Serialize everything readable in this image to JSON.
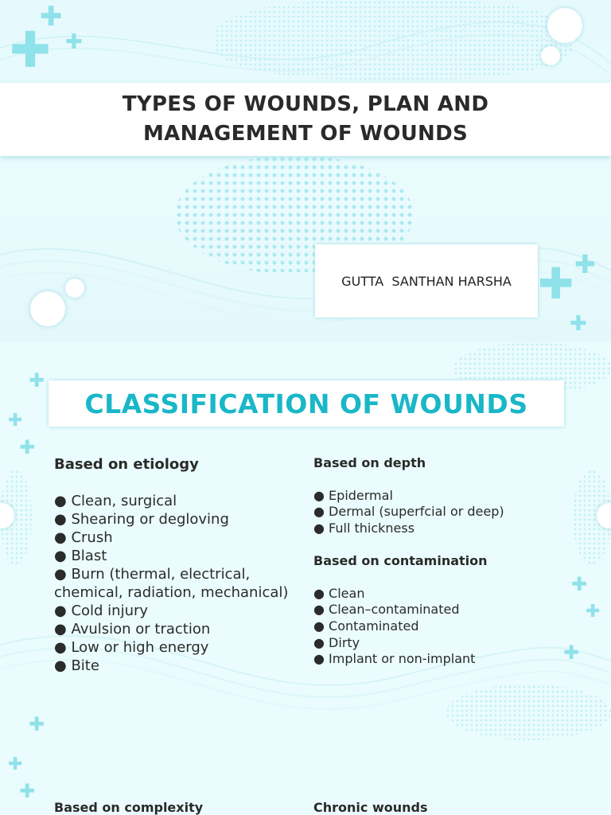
{
  "slide1": {
    "title": "TYPES OF WOUNDS, PLAN AND MANAGEMENT OF WOUNDS",
    "author": "GUTTA  SANTHAN HARSHA"
  },
  "slide2": {
    "heading": "CLASSIFICATION OF WOUNDS",
    "etiology": {
      "heading": "Based on etiology",
      "items": [
        "Clean, surgical",
        "Shearing or degloving",
        "Crush",
        "Blast",
        "Burn (thermal, electrical, chemical, radiation, mechanical)",
        "Cold injury",
        "Avulsion or traction",
        "Low or high energy",
        "Bite"
      ]
    },
    "depth": {
      "heading": "Based on  depth",
      "items": [
        "Epidermal",
        "Dermal (superfcial or deep)",
        "Full thickness"
      ]
    },
    "contamination": {
      "heading": "Based on contamination",
      "items": [
        "Clean",
        "Clean–contaminated",
        "Contaminated",
        "Dirty",
        "Implant or non-implant"
      ]
    },
    "complexity_heading": "Based on complexity",
    "chronic_heading": "Chronic wounds"
  },
  "decor_icons": [
    "plus-icon",
    "circle-icon",
    "halftone-dots",
    "wave-lines"
  ]
}
